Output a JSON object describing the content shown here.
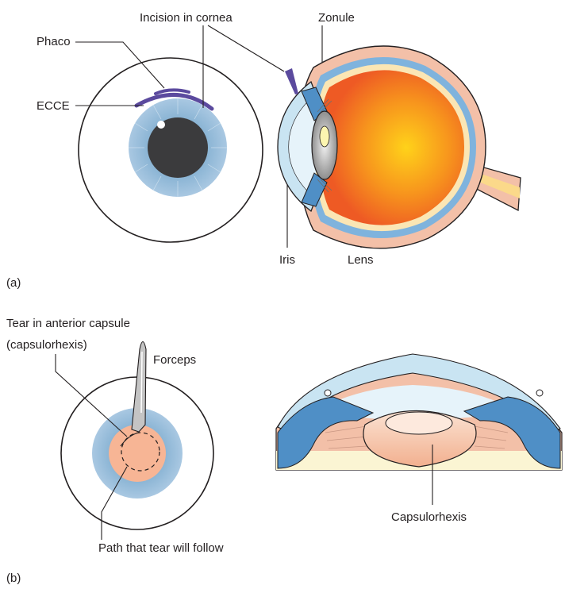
{
  "panel_a": {
    "letter": "(a)",
    "labels": {
      "incision": "Incision in cornea",
      "phaco": "Phaco",
      "ecce": "ECCE",
      "zonule": "Zonule",
      "iris": "Iris",
      "lens": "Lens"
    }
  },
  "panel_b": {
    "letter": "(b)",
    "labels": {
      "tear_line1": "Tear in anterior capsule",
      "tear_line2": "(capsulorhexis)",
      "forceps": "Forceps",
      "path": "Path that tear will follow",
      "capsulorhexis": "Capsulorhexis"
    }
  },
  "colors": {
    "iris_blue": "#8ab4d4",
    "incision_purple": "#5b4a9e",
    "fundus_orange": "#f47a1f",
    "sclera_pink": "#f3c0a8",
    "cornea_blue": "#c9e4f2",
    "lens_peach": "#f7c4a6",
    "forceps_grey": "#b3b3b3"
  }
}
